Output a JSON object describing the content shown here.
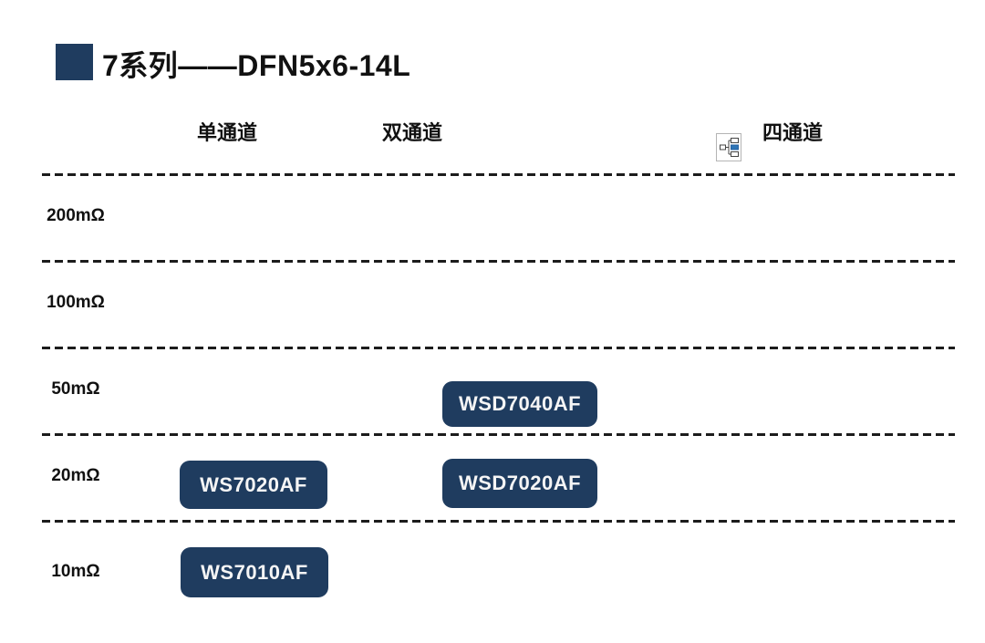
{
  "title": {
    "text": "7系列——DFN5x6-14L"
  },
  "columns": [
    {
      "label": "单通道"
    },
    {
      "label": "双通道"
    },
    {
      "label": "四通道",
      "icon": "org-chart-icon"
    }
  ],
  "rows": [
    {
      "label": "200mΩ"
    },
    {
      "label": "100mΩ"
    },
    {
      "label": "50mΩ"
    },
    {
      "label": "20mΩ"
    },
    {
      "label": "10mΩ"
    }
  ],
  "parts": [
    {
      "label": "WSD7040AF",
      "row": "50mΩ",
      "column": "双通道"
    },
    {
      "label": "WS7020AF",
      "row": "20mΩ",
      "column": "单通道"
    },
    {
      "label": "WSD7020AF",
      "row": "20mΩ",
      "column": "双通道"
    },
    {
      "label": "WS7010AF",
      "row": "10mΩ",
      "column": "单通道"
    }
  ],
  "colors": {
    "chip_navy": "#1f3c5f",
    "title_square_navy": "#1f3c5f",
    "icon_blue": "#2e75b6",
    "text": "#111111"
  }
}
